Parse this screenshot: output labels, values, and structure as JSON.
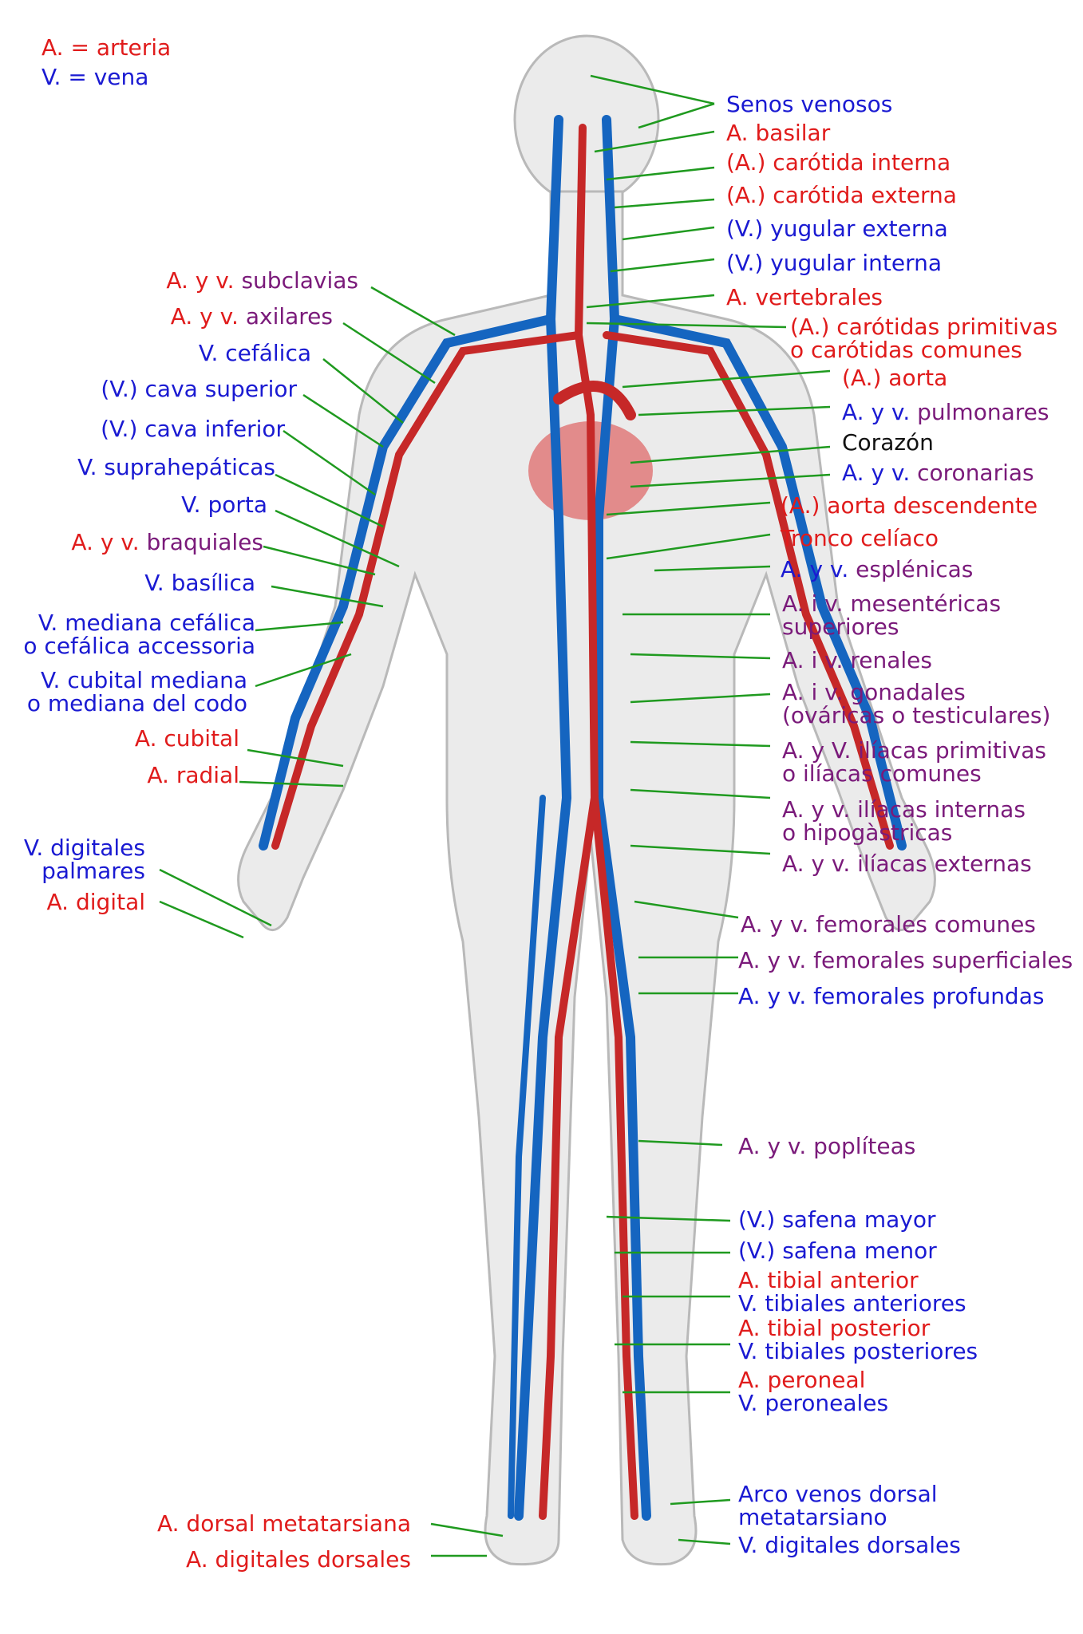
{
  "colors": {
    "artery": "#e01b1b",
    "vein": "#1a1ad2",
    "both": "#7a1a7a",
    "pointer": "#1f9a1f",
    "body": "#e9e9e9",
    "heart": "#e17a7a"
  },
  "legend": {
    "artery": "A. = arteria",
    "vein": "V. = vena"
  },
  "labels": {
    "senos": "Senos venosos",
    "basilar": "A. basilar",
    "car_int": "(A.) carótida interna",
    "car_ext": "(A.) carótida externa",
    "yug_ext": "(V.) yugular externa",
    "yug_int": "(V.) yugular interna",
    "vertebrales": "A. vertebrales",
    "car_prim_1": "(A.) carótidas primitivas",
    "car_prim_2": "o carótidas comunes",
    "aorta": "(A.) aorta",
    "pulm_a": "A. y v.",
    "pulm_b": " pulmonares",
    "corazon": "Corazón",
    "coron_a": "A. y v.",
    "coron_b": " coronarias",
    "aorta_desc": "(A.) aorta descendente",
    "tronco": "Tronco celíaco",
    "esplen_a": "A. y v.",
    "esplen_b": " esplénicas",
    "mesen_1": "A. i v. mesentéricas",
    "mesen_2": "superiores",
    "renales": "A. i v. renales",
    "gonad_1": "A. i v. gonadales",
    "gonad_2": "(ováricas o testiculares)",
    "iliac_prim_1": "A. y V. ilíacas primitivas",
    "iliac_prim_2": "o ilíacas comunes",
    "iliac_int_1": "A. y v. ilíacas internas",
    "iliac_int_2": "o hipogàstricas",
    "iliac_ext": "A. y v. ilíacas externas",
    "fem_com": "A. y v. femorales comunes",
    "fem_sup": "A. y v. femorales superficiales",
    "fem_prof": "A. y v. femorales profundas",
    "popliteas": "A. y v. poplíteas",
    "saf_mayor": "(V.) safena mayor",
    "saf_menor": "(V.) safena menor",
    "tib_ant_a": "A. tibial anterior",
    "tib_ant_v": "V. tibiales anteriores",
    "tib_post_a": "A. tibial posterior",
    "tib_post_v": "V. tibiales posteriores",
    "peroneal_a": "A. peroneal",
    "peroneal_v": "V. peroneales",
    "arco_1": "Arco venos dorsal",
    "arco_2": "metatarsiano",
    "dig_dors_v": "V. digitales dorsales",
    "subclav_a": "A. y v.",
    "subclav_b": " subclavias",
    "axil_a": "A. y v.",
    "axil_b": " axilares",
    "cefalica": "V. cefálica",
    "cava_sup": "(V.) cava superior",
    "cava_inf": "(V.) cava inferior",
    "suprahep": "V. suprahepáticas",
    "porta": "V. porta",
    "braq_a": "A. y v.",
    "braq_b": " braquiales",
    "basilica": "V. basílica",
    "med_cef_1": "V. mediana cefálica",
    "med_cef_2": "o cefálica accessoria",
    "cub_med_1": "V. cubital mediana",
    "cub_med_2": "o mediana del codo",
    "cubital": "A. cubital",
    "radial": "A. radial",
    "dig_palm_1": "V. digitales",
    "dig_palm_2": "palmares",
    "digital": "A. digital",
    "dors_meta": "A. dorsal metatarsiana",
    "dig_dors_a": "A. digitales dorsales"
  }
}
